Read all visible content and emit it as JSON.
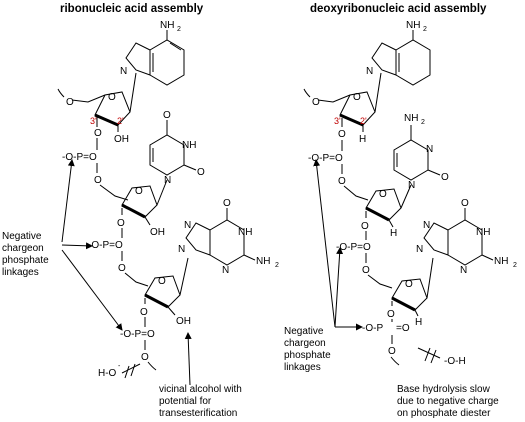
{
  "left_title": "ribonucleic acid assembly",
  "right_title": "deoxyribonucleic acid assembly",
  "left_annotation": [
    "Negative",
    "chargeon",
    "phosphate",
    "linkages"
  ],
  "right_annotation": [
    "Negative",
    "chargeon",
    "phosphate",
    "linkages"
  ],
  "vicinal_note": [
    "vicinal alcohol with",
    "potential for",
    "transesterification"
  ],
  "hydrolysis_note": [
    "Base hydrolysis slow",
    "due to negative charge",
    "on phosphate diester"
  ],
  "attack_left": "H-O",
  "attack_right": "-O-H",
  "minus": "-",
  "atoms": {
    "nh2": "NH",
    "two": "2",
    "o": "O",
    "oh": "OH",
    "h": "H",
    "n": "N",
    "nh": "NH",
    "p": "P",
    "phos_o": "-O-P=O",
    "phos_o_short": "-O-P",
    "eq_o": "=O"
  },
  "primes": {
    "three": "3'",
    "two": "2'"
  }
}
